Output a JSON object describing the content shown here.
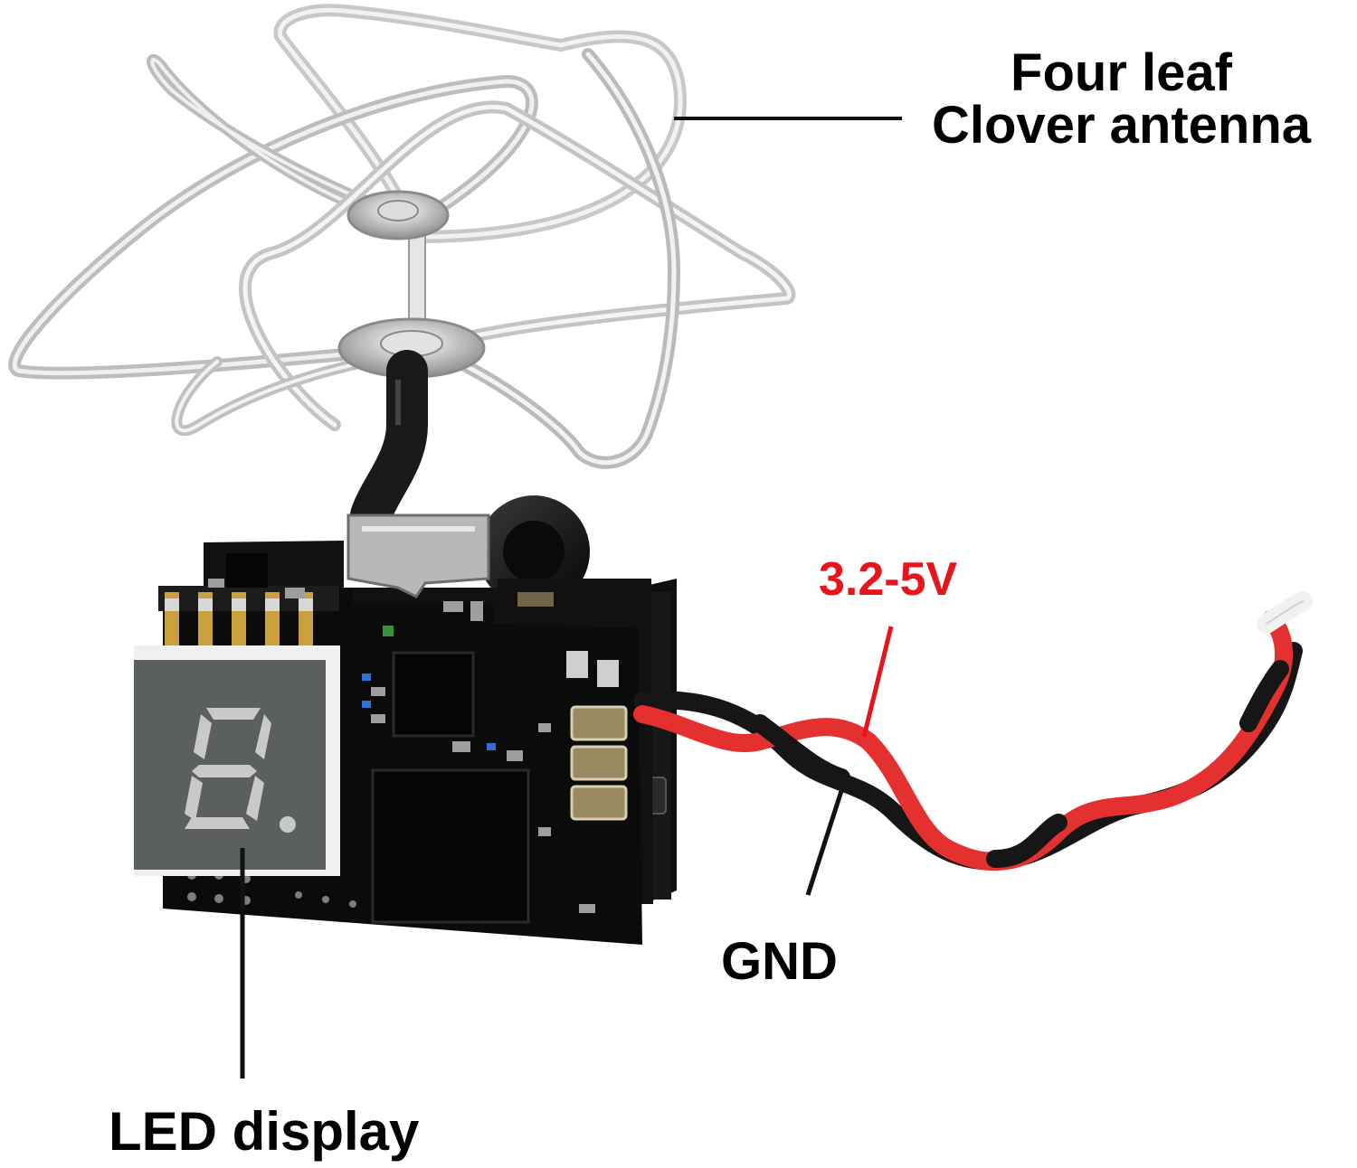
{
  "labels": {
    "antenna_line1": "Four leaf",
    "antenna_line2": "Clover antenna",
    "voltage": "3.2-5V",
    "gnd": "GND",
    "led_display": "LED display"
  },
  "display": {
    "digit": "8."
  },
  "colors": {
    "background": "#ffffff",
    "label_text": "#000000",
    "voltage_text": "#e8141c",
    "pcb": "#141414",
    "antenna_wire": "#cfcfcf",
    "wire_red": "#e53030",
    "wire_black": "#1a1a1a",
    "led_face": "#5c5f60",
    "led_segment": "#c9c9c9"
  }
}
